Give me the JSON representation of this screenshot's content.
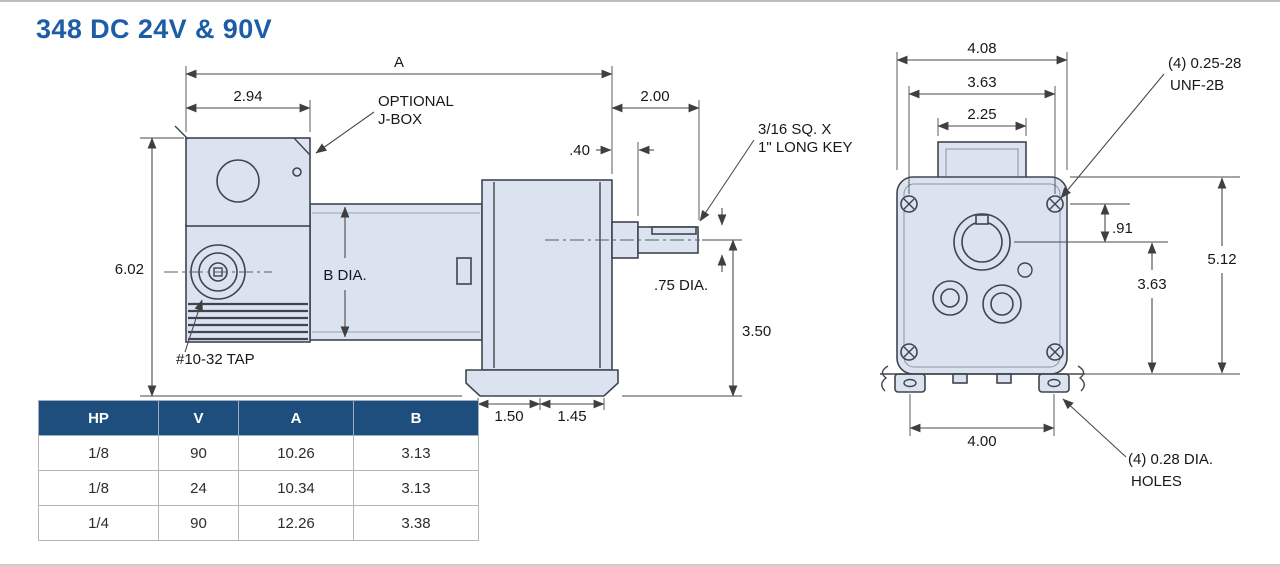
{
  "page": {
    "title": "348 DC 24V & 90V"
  },
  "colors": {
    "title": "#1d5da6",
    "table_header_bg": "#1d4e7d",
    "drawing_fill": "#dce3f0",
    "line": "#40454d"
  },
  "side_view": {
    "dims": {
      "a": "A",
      "w294": "2.94",
      "h602": "6.02",
      "bdia": "B DIA.",
      "w200": "2.00",
      "l40": ".40",
      "dia75": ".75 DIA.",
      "h350": "3.50",
      "w150": "1.50",
      "w145": "1.45"
    },
    "labels": {
      "jbox_line1": "OPTIONAL",
      "jbox_line2": "J-BOX",
      "tap": "#10-32 TAP",
      "key_line1": "3/16 SQ. X",
      "key_line2": "1\" LONG KEY"
    }
  },
  "front_view": {
    "dims": {
      "w408": "4.08",
      "w363": "3.63",
      "w225": "2.25",
      "h91": ".91",
      "h363": "3.63",
      "h512": "5.12",
      "w400": "4.00"
    },
    "labels": {
      "unf_line1": "(4) 0.25-28",
      "unf_line2": "UNF-2B",
      "holes_line1": "(4) 0.28 DIA.",
      "holes_line2": "HOLES"
    }
  },
  "table": {
    "headers": [
      "HP",
      "V",
      "A",
      "B"
    ],
    "rows": [
      [
        "1/8",
        "90",
        "10.26",
        "3.13"
      ],
      [
        "1/8",
        "24",
        "10.34",
        "3.13"
      ],
      [
        "1/4",
        "90",
        "12.26",
        "3.38"
      ]
    ]
  }
}
